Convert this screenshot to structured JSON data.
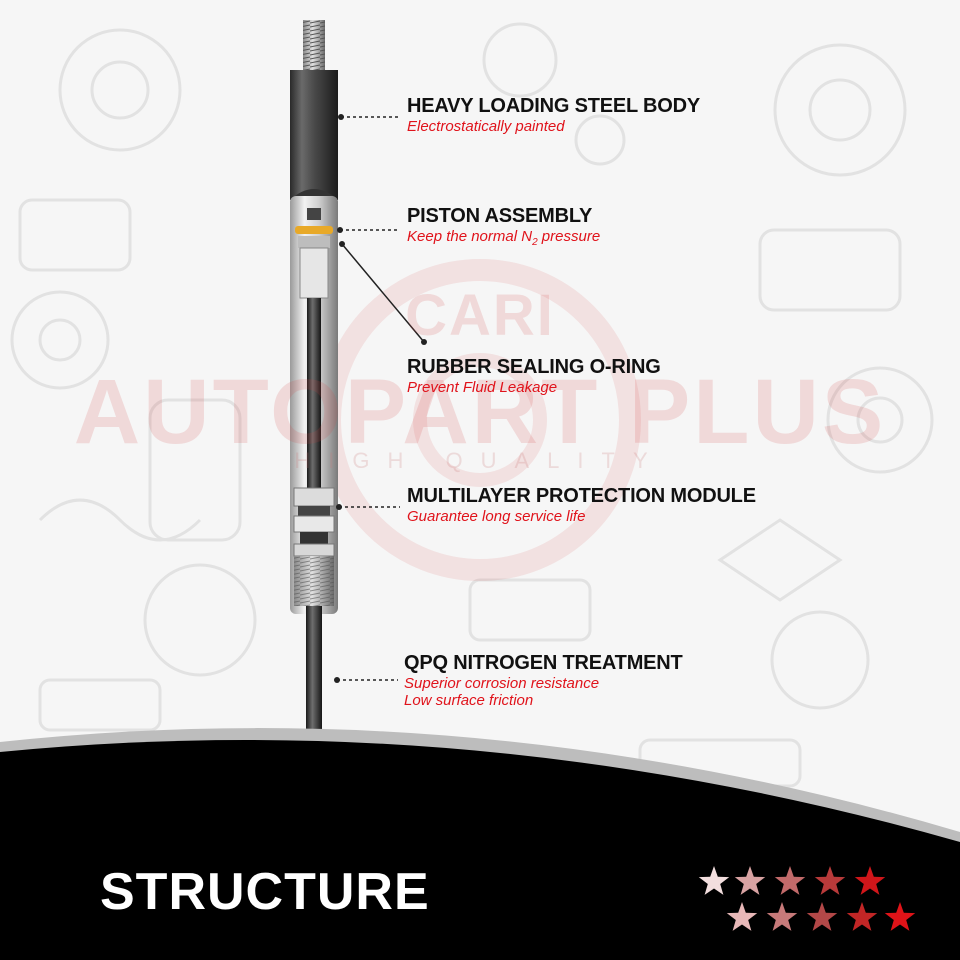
{
  "watermark": {
    "line1": "CARI",
    "brand": "AUTOPART PLUS",
    "tagline": "HIGH QUALITY"
  },
  "features": [
    {
      "title": "HEAVY LOADING STEEL BODY",
      "subtitle": "Electrostatically painted"
    },
    {
      "title": "PISTON ASSEMBLY",
      "subtitle_prefix": "Keep the normal N",
      "subtitle_sub": "2",
      "subtitle_suffix": " pressure"
    },
    {
      "title": "RUBBER SEALING O-RING",
      "subtitle": "Prevent Fluid Leakage"
    },
    {
      "title": "MULTILAYER PROTECTION MODULE",
      "subtitle": "Guarantee long service life"
    },
    {
      "title": "QPQ NITROGEN TREATMENT",
      "subtitle_line1": "Superior  corrosion resistance",
      "subtitle_line2": "Low surface friction"
    }
  ],
  "footer": {
    "title": "STRUCTURE",
    "stars_icon": "star-icon"
  },
  "colors": {
    "accent_red": "#e0131b",
    "title_black": "#111111",
    "footer_bg": "#000000",
    "o_ring": "#e8a928"
  }
}
